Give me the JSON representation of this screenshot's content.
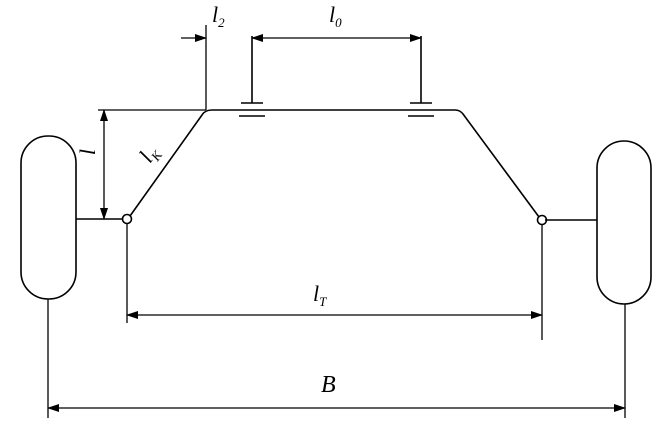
{
  "labels": {
    "l2": {
      "main": "l",
      "sub": "2"
    },
    "l0": {
      "main": "l",
      "sub": "0"
    },
    "l": {
      "main": "l"
    },
    "lk": {
      "main": "l",
      "sub": "K"
    },
    "lt": {
      "main": "l",
      "sub": "T"
    },
    "b": {
      "main": "B"
    }
  },
  "colors": {
    "stroke": "#000000",
    "background": "#ffffff"
  }
}
